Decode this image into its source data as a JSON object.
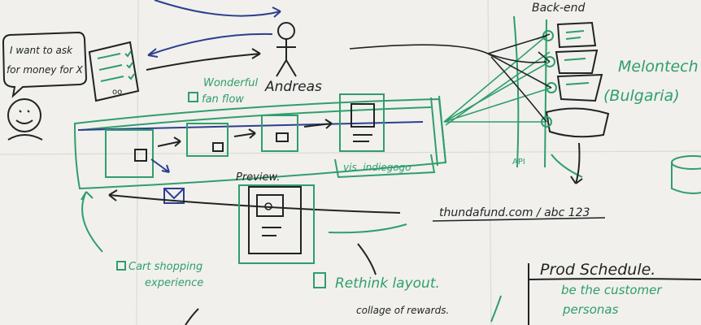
{
  "colors": {
    "paper": "#f1f0ec",
    "ink": "#1f2424",
    "green": "#2f9e6c",
    "blue": "#2c3f8f"
  },
  "notes": {
    "speech_line1": "I want to ask",
    "speech_line2": "for money for X",
    "person_name": "Andreas",
    "wonderful_line1": "Wonderful",
    "wonderful_line2": "fan flow",
    "preview": "Preview.",
    "vis": "vis. indiegogo",
    "url": "thundafund.com / abc 123",
    "backend": "Back-end",
    "vendor_line1": "Melontech",
    "vendor_line2": "(Bulgaria)",
    "api": "API",
    "cart_line1": "Cart shopping",
    "cart_line2": "experience",
    "rethink": "Rethink layout.",
    "collage": "collage of rewards.",
    "prod_title": "Prod Schedule.",
    "prod_line1": "be the customer",
    "prod_line2": "personas"
  },
  "icons": {
    "person": "person-icon",
    "envelope": "envelope-icon",
    "database": "database-icon",
    "checkbox": "checkbox-icon"
  }
}
